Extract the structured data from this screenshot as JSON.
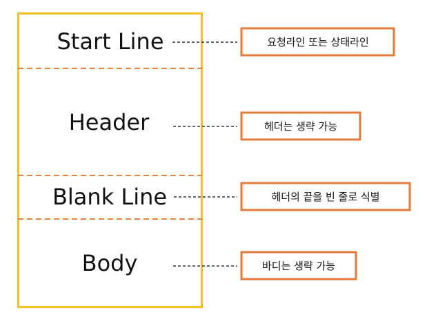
{
  "colors": {
    "frame": "#f5c022",
    "divider": "#e8833a",
    "note_border": "#e07b39",
    "connector": "#333333",
    "text": "#111111"
  },
  "sections": [
    {
      "label": "Start Line",
      "note": "요청라인 또는 상태라인"
    },
    {
      "label": "Header",
      "note": "헤더는 생략 가능"
    },
    {
      "label": "Blank Line",
      "note": "헤더의 끝을 빈 줄로 식별"
    },
    {
      "label": "Body",
      "note": "바디는 생략 가능"
    }
  ]
}
